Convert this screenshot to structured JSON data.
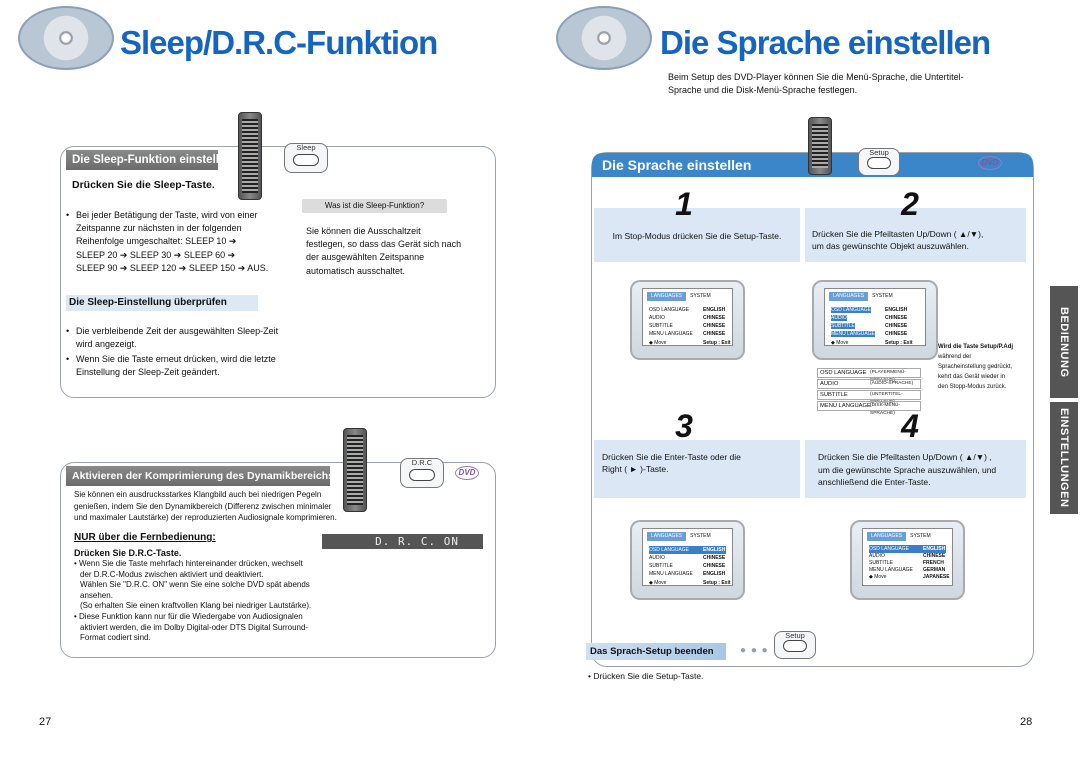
{
  "left_title": "Sleep/D.R.C-Funktion",
  "right_title": "Die Sprache einstellen",
  "right_intro": "Beim Setup des DVD-Player können Sie die Menü-Sprache, die Untertitel-Sprache und die Disk-Menü-Sprache festlegen.",
  "sleep": {
    "header": "Die Sleep-Funktion einstellen",
    "button_caption": "Sleep",
    "press": "Drücken Sie die Sleep-Taste.",
    "bullet1_lines": [
      "Bei jeder Betätigung der Taste, wird von einer",
      "Zeitspanne zur nächsten in der folgenden",
      "Reihenfolge umgeschaltet: SLEEP 10 ➔",
      "SLEEP 20 ➔ SLEEP 30 ➔ SLEEP 60 ➔",
      "SLEEP 90 ➔ SLEEP 120 ➔ SLEEP 150 ➔ AUS."
    ],
    "what_header": "Was ist die Sleep-Funktion?",
    "what_lines": [
      "Sie können die Ausschaltzeit",
      "festlegen, so dass das Gerät sich nach",
      "der ausgewählten Zeitspanne",
      "automatisch ausschaltet."
    ],
    "check_header": "Die Sleep-Einstellung überprüfen",
    "check_b1": [
      "Die verbleibende Zeit der ausgewählten Sleep-Zeit",
      "wird angezeigt."
    ],
    "check_b2": [
      "Wenn Sie die Taste erneut drücken, wird die letzte",
      "Einstellung der Sleep-Zeit geändert."
    ]
  },
  "drc": {
    "header": "Aktivieren der Komprimierung des Dynamikbereichs (D.R.C)",
    "button_caption": "D.R.C",
    "dvd_logo": "DVD",
    "intro_lines": [
      "Sie können ein ausdrucksstarkes Klangbild auch bei niedrigen Pegeln",
      "genießen, indem Sie den Dynamikbereich (Differenz zwischen minimaler",
      "und maximaler Lautstärke) der reproduzierten Audiosignale komprimieren."
    ],
    "remote_only": "NUR über die Fernbedienung:",
    "display": "D. R. C. ON",
    "press": "Drücken Sie D.R.C-Taste.",
    "lines": [
      "• Wenn Sie die Taste mehrfach hintereinander drücken, wechselt",
      "der D.R.C-Modus zwischen aktiviert und deaktiviert.",
      "Wählen Sie \"D.R.C. ON\" wenn Sie eine solche DVD spät abends",
      "ansehen.",
      "(So erhalten Sie einen kraftvollen Klang bei niedriger Lautstärke).",
      "• Diese Funktion kann nur für die Wiedergabe von Audiosignalen",
      "aktiviert werden, die im Dolby Digital-oder DTS Digital Surround-",
      "Format codiert sind."
    ]
  },
  "lang": {
    "bar_title": "Die Sprache einstellen",
    "setup_caption": "Setup",
    "dvd_logo": "DVD",
    "steps": [
      {
        "num": "1",
        "lines": [
          "Im Stop-Modus drücken Sie die Setup-Taste."
        ]
      },
      {
        "num": "2",
        "lines": [
          "Drücken Sie die Pfeiltasten Up/Down ( ▲/▼),",
          "um das gewünschte Objekt auszuwählen."
        ]
      },
      {
        "num": "3",
        "lines": [
          "Drücken Sie die Enter-Taste oder die",
          "Right ( ► )-Taste."
        ]
      },
      {
        "num": "4",
        "lines": [
          "Drücken Sie die Pfeiltasten Up/Down ( ▲/▼) ,",
          "um die gewünschte Sprache auszuwählen, und",
          "anschließend die Enter-Taste."
        ]
      }
    ],
    "menu_tabs": [
      "LANGUAGES",
      "SYSTEM"
    ],
    "menu1_rows": [
      [
        "OSD LANGUAGE",
        "ENGLISH"
      ],
      [
        "AUDIO",
        "CHINESE"
      ],
      [
        "SUBTITLE",
        "CHINESE"
      ],
      [
        "MENU LANGUAGE",
        "CHINESE"
      ]
    ],
    "menu1_footer": [
      "◆ Move",
      "Setup : Exit"
    ],
    "menu2_rows": [
      [
        "OSD LANGUAGE",
        "ENGLISH"
      ],
      [
        "AUDIO",
        "CHINESE"
      ],
      [
        "SUBTITLE",
        "CHINESE"
      ],
      [
        "MENU LANGUAGE",
        "CHINESE"
      ]
    ],
    "menu3_rows": [
      [
        "OSD LANGUAGE",
        "ENGLISH"
      ],
      [
        "AUDIO",
        "CHINESE"
      ],
      [
        "SUBTITLE",
        "CHINESE"
      ],
      [
        "MENU LANGUAGE",
        "ENGLISH"
      ]
    ],
    "menu4_rows": [
      [
        "OSD LANGUAGE",
        "ENGLISH"
      ],
      [
        "AUDIO",
        "CHINESE"
      ],
      [
        "SUBTITLE",
        "FRENCH"
      ],
      [
        "MENU LANGUAGE",
        "GERMAN"
      ],
      [
        "",
        "JAPANESE"
      ]
    ],
    "labels": [
      [
        "OSD LANGUAGE",
        "(PLAYERMENÜ-SPRACHE)"
      ],
      [
        "AUDIO",
        "(AUDIO-SPRACHE)"
      ],
      [
        "SUBTITLE",
        "(UNTERTITEL-SPRACHE)"
      ],
      [
        "MENU LANGUAGE",
        "(DISK-MENÜ-SPRACHE)"
      ]
    ],
    "note_lines": [
      "Wird die Taste Setup/P.Adj",
      "während der",
      "Spracheinstellung gedrückt,",
      "kehrt das Gerät wieder in",
      "den Stopp-Modus zurück."
    ],
    "end_header": "Das Sprach-Setup beenden",
    "end_caption": "Setup",
    "end_text": "• Drücken Sie die Setup-Taste."
  },
  "tabs": [
    "BEDIENUNG",
    "EINSTELLUNGEN"
  ],
  "page_left": "27",
  "page_right": "28"
}
